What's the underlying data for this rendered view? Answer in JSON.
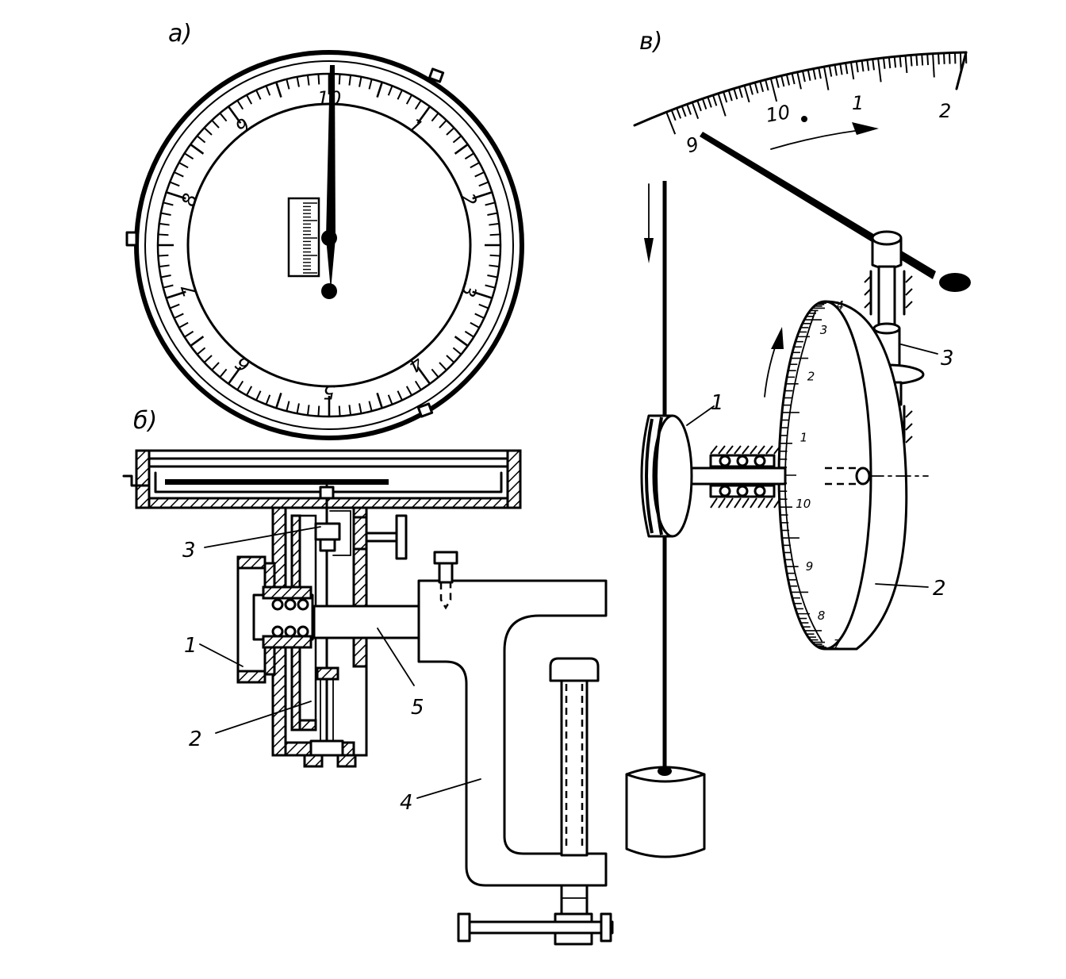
{
  "panels": {
    "a": "а)",
    "b": "б)",
    "v": "в)"
  },
  "dial_a": {
    "numbers": [
      "10",
      "1",
      "2",
      "3",
      "4",
      "5",
      "6",
      "7",
      "8",
      "9"
    ]
  },
  "diagram_b": {
    "labels": {
      "l1": "1",
      "l2": "2",
      "l3": "3",
      "l4": "4",
      "l5": "5"
    }
  },
  "diagram_v": {
    "arc_numbers": [
      "9",
      "10",
      "1",
      "2"
    ],
    "disk_numbers": [
      "4",
      "3",
      "2",
      "1",
      "10",
      "9",
      "8",
      "7"
    ],
    "labels": {
      "l1": "1",
      "l2": "2",
      "l3": "3"
    }
  }
}
